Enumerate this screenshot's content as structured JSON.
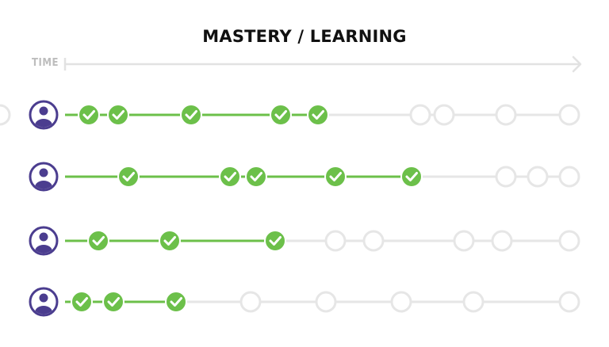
{
  "title": "MASTERY / LEARNING",
  "time_label": "TIME",
  "colors": {
    "mastered": "#6cc04a",
    "pending": "#e6e6e6",
    "avatar": "#4b3d8f",
    "axis": "#e2e2e2"
  },
  "icons": {
    "avatar": "user-avatar-icon",
    "mastered": "checkmark-icon",
    "pending": "empty-circle-icon"
  },
  "learners": [
    {
      "mastered": 5,
      "pending": 5
    },
    {
      "mastered": 5,
      "pending": 3
    },
    {
      "mastered": 3,
      "pending": 5
    },
    {
      "mastered": 3,
      "pending": 5
    }
  ]
}
